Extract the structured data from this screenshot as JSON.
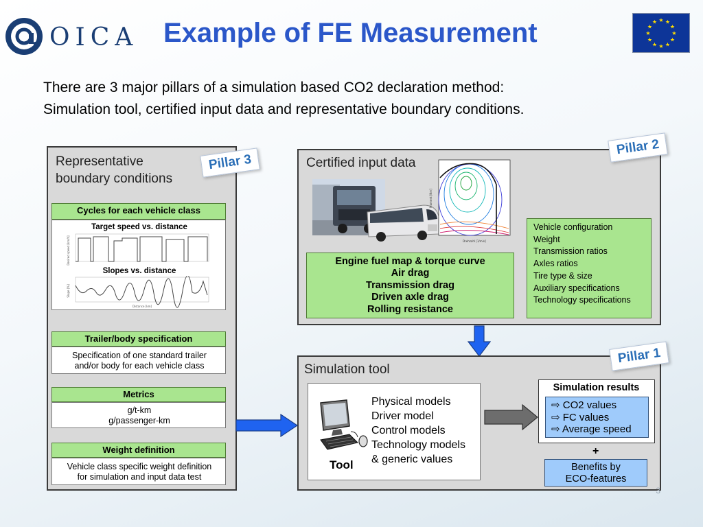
{
  "header": {
    "logo_text": "OICA",
    "title": "Example of FE Measurement"
  },
  "intro": {
    "line1": "There are 3 major pillars of a simulation based CO2 declaration method:",
    "line2": "Simulation tool, certified input data and representative boundary conditions."
  },
  "pillar3": {
    "tag": "Pillar 3",
    "title_line1": "Representative",
    "title_line2": "boundary  conditions",
    "cycles_head": "Cycles for each vehicle class",
    "target_label": "Target speed vs. distance",
    "slopes_label": "Slopes vs. distance",
    "speed_axis": "Desired speed [km/h]",
    "slope_axis": "Slope [%]",
    "distance_axis": "Distance [km]",
    "trailer_head": "Trailer/body specification",
    "trailer_text1": "Specification of one standard trailer",
    "trailer_text2": "and/or body for each vehicle class",
    "metrics_head": "Metrics",
    "metrics_text1": "g/t-km",
    "metrics_text2": "g/passenger-km",
    "weight_head": "Weight definition",
    "weight_text1": "Vehicle class specific weight definition",
    "weight_text2": "for simulation and input data test"
  },
  "pillar2": {
    "tag": "Pillar 2",
    "title": "Certified  input data",
    "map_y_label": "Moment [Nm]",
    "map_x_label": "Drehzahl [1/min]",
    "fuel_items": [
      "Engine fuel map & torque curve",
      "Air drag",
      "Transmission drag",
      "Driven axle drag",
      "Rolling resistance"
    ],
    "spec_items": [
      "Vehicle configuration",
      "Weight",
      "Transmission ratios",
      "Axles ratios",
      "Tire type & size",
      "Auxiliary specifications",
      "Technology specifications"
    ]
  },
  "pillar1": {
    "tag": "Pillar 1",
    "title": "Simulation  tool",
    "tool_label": "Tool",
    "models": [
      "Physical models",
      "Driver model",
      "Control models",
      "Technology models",
      "& generic values"
    ],
    "results_head": "Simulation results",
    "results": [
      "CO2 values",
      "FC values",
      "Average speed"
    ],
    "plus": "+",
    "benefits_line1": "Benefits by",
    "benefits_line2": "ECO-features"
  },
  "footer": {
    "page_number": "3"
  },
  "colors": {
    "title_blue": "#2b57c9",
    "green": "#a9e58f",
    "light_blue": "#9fcbfb",
    "arrow_blue": "#1f63f0",
    "panel_grey": "#d9d9d9"
  },
  "icons": [
    "oica-logo",
    "eu-flag-icon",
    "truck-image",
    "bus-image",
    "engine-map-image",
    "computer-icon",
    "arrow-right-icon",
    "arrow-down-icon"
  ]
}
